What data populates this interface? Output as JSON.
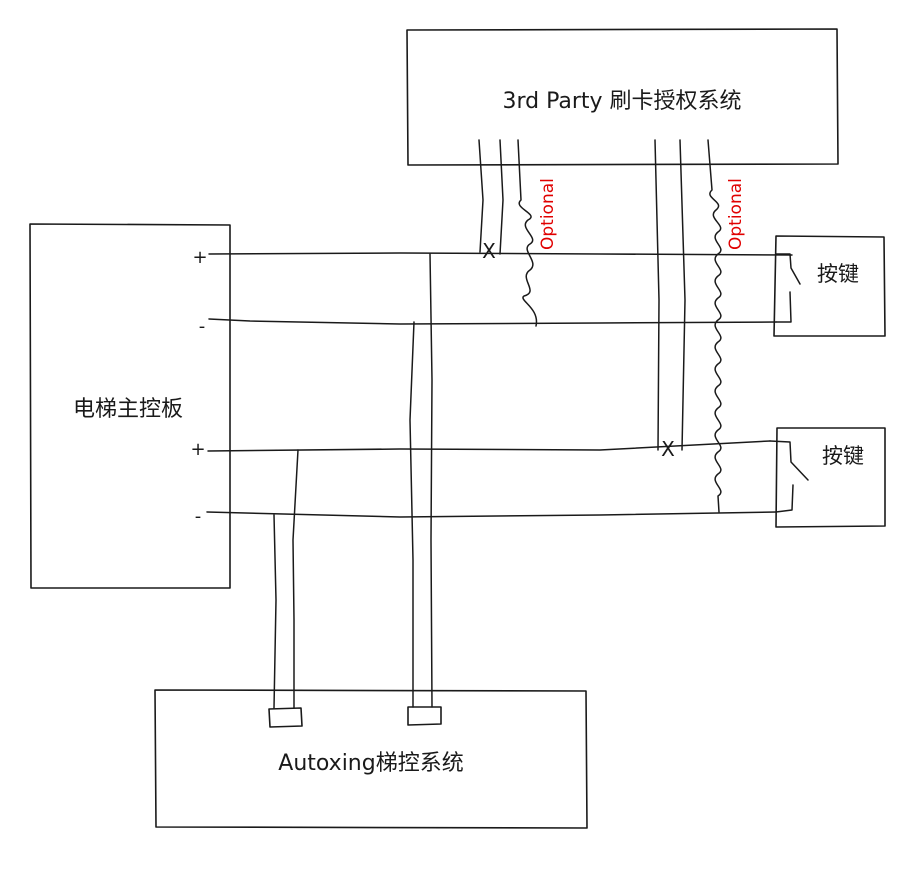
{
  "diagram": {
    "third_party_box": {
      "label": "3rd Party 刷卡授权系统"
    },
    "main_board": {
      "label": "电梯主控板",
      "terminals": [
        "+",
        "-",
        "+",
        "-"
      ]
    },
    "button_1": {
      "label": "按键"
    },
    "button_2": {
      "label": "按键"
    },
    "autoxing_box": {
      "label": "Autoxing梯控系统"
    },
    "optional_labels": [
      "Optional",
      "Optional"
    ],
    "cut_marks": [
      "X",
      "X"
    ],
    "colors": {
      "line": "#1a1a1a",
      "optional": "#e00000"
    }
  }
}
